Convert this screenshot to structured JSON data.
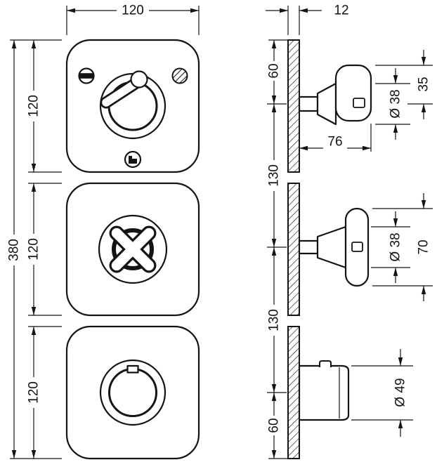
{
  "front_view": {
    "width": "120",
    "total_height": "380",
    "module_heights": [
      "120",
      "120",
      "120"
    ]
  },
  "side_view": {
    "plate_thickness": "12",
    "offset_top": "60",
    "spacing_upper": "130",
    "spacing_lower": "130",
    "offset_bottom": "60",
    "lever": {
      "hub_diameter": "Ø 38",
      "top_to_axis": "35",
      "depth": "76"
    },
    "cross": {
      "hub_diameter": "Ø 38",
      "grip_height": "70"
    },
    "knob": {
      "diameter": "Ø 49"
    }
  }
}
